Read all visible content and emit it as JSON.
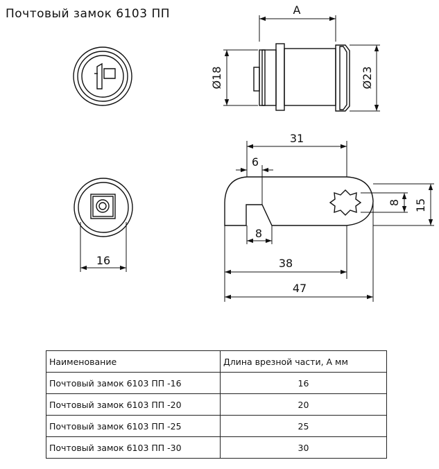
{
  "title": "Почтовый замок 6103 ПП",
  "dimensions": {
    "a": "А",
    "d18": "Ø18",
    "d23": "Ø23",
    "d31": "31",
    "d6": "6",
    "d8_slot": "8",
    "d8_hole": "8",
    "d15": "15",
    "d16": "16",
    "d38": "38",
    "d47": "47"
  },
  "table": {
    "headers": [
      "Наименование",
      "Длина врезной части, А мм"
    ],
    "rows": [
      {
        "name": "Почтовый замок 6103 ПП -16",
        "length": "16"
      },
      {
        "name": "Почтовый замок 6103 ПП -20",
        "length": "20"
      },
      {
        "name": "Почтовый замок 6103 ПП -25",
        "length": "25"
      },
      {
        "name": "Почтовый замок 6103 ПП -30",
        "length": "30"
      }
    ]
  }
}
